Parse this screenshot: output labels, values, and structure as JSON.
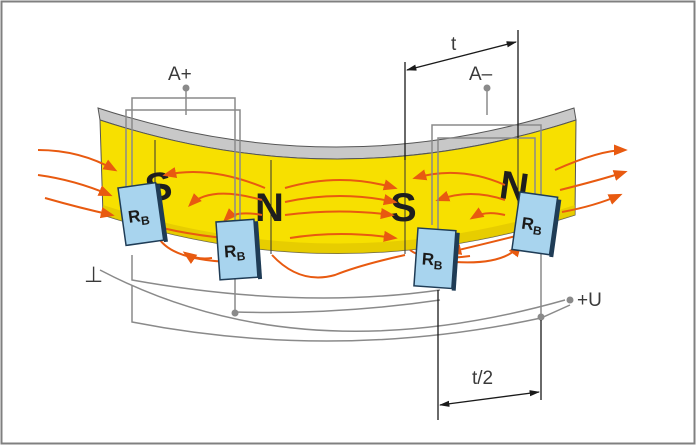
{
  "labels": {
    "a_plus": "A+",
    "a_minus": "A–",
    "pitch": "t",
    "half_pitch": "t/2",
    "ground": "⊥",
    "supply": "+U"
  },
  "poles": [
    "S",
    "N",
    "S",
    "N"
  ],
  "sensors": [
    {
      "r": "R",
      "sub": "B"
    },
    {
      "r": "R",
      "sub": "B"
    },
    {
      "r": "R",
      "sub": "B"
    },
    {
      "r": "R",
      "sub": "B"
    }
  ],
  "colors": {
    "frame": "#808080",
    "magnet": "#f7e000",
    "magnet_side": "#e0c400",
    "rim": "#c8c8c8",
    "field_line": "#e85a10",
    "sensor": "#a8d4ee",
    "sensor_edge": "#1f3c56",
    "wire": "#8a8a8a",
    "dimension": "#1a1a1a"
  },
  "icons": [
    "field-arrow-icon"
  ]
}
